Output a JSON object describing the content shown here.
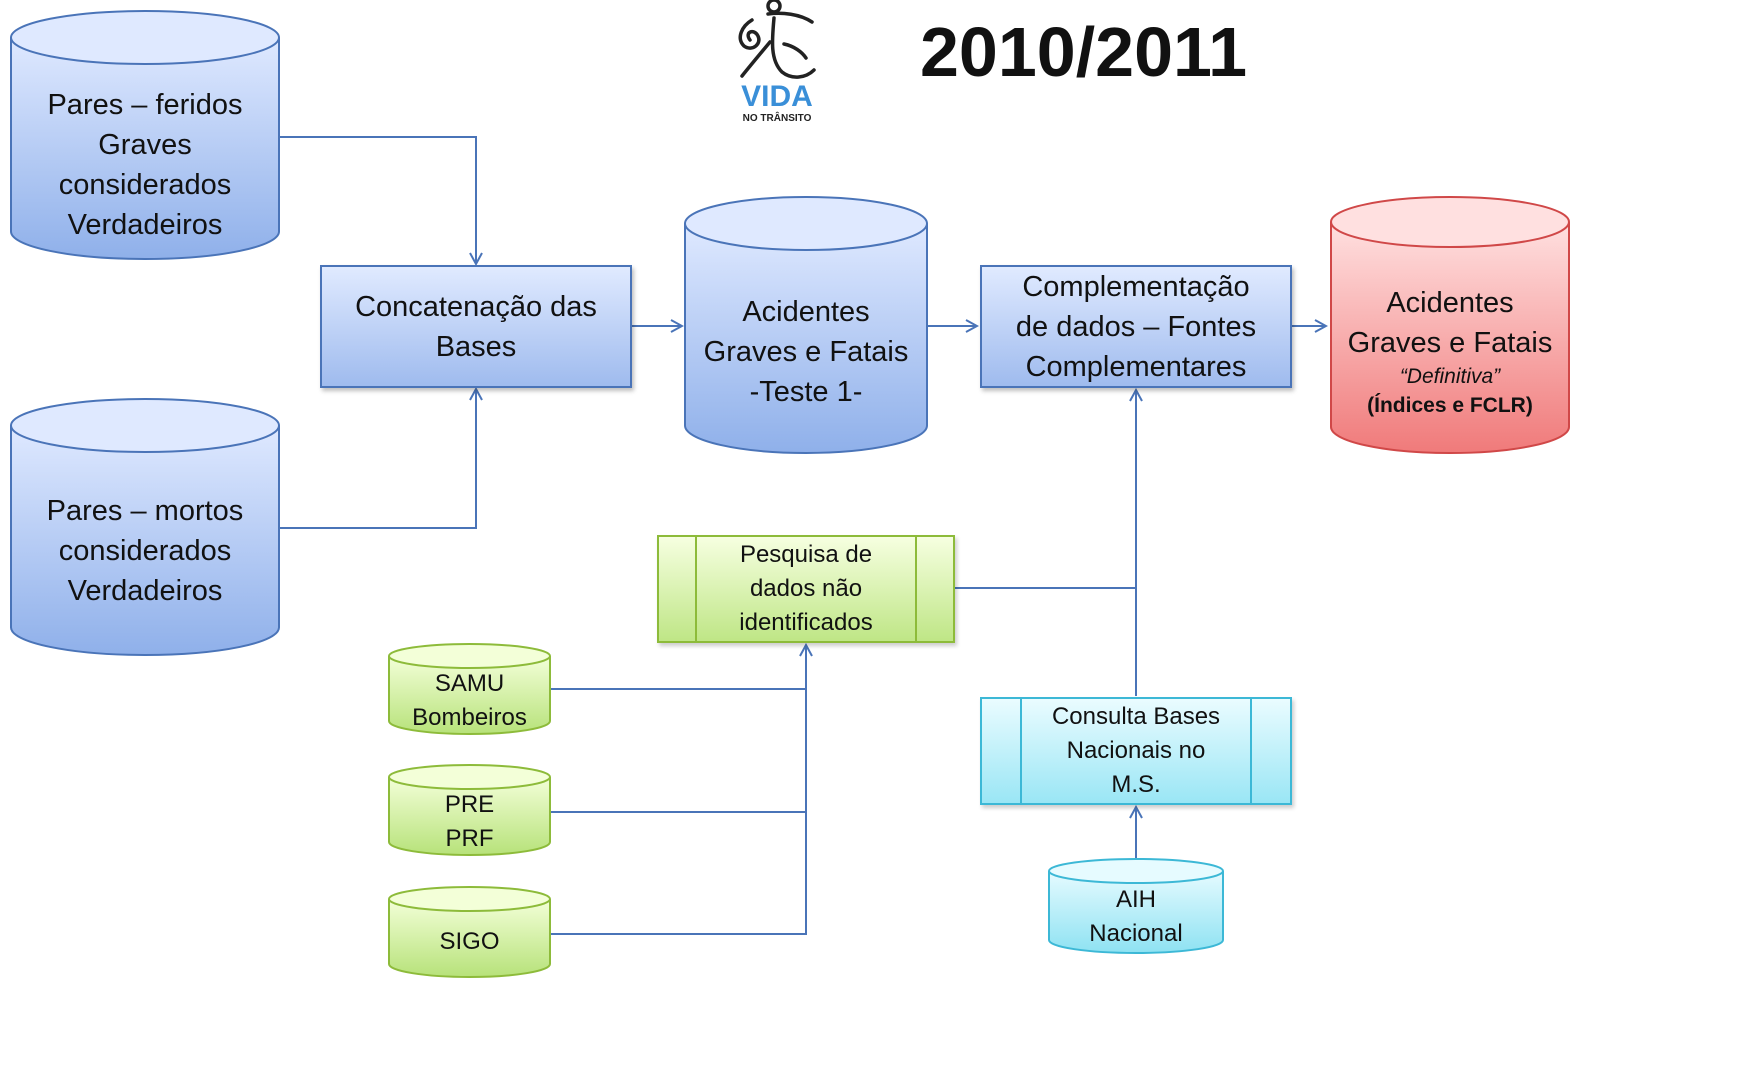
{
  "title": "2010/2011",
  "logo": {
    "word": "VIDA",
    "sub": "NO TRÂNSITO"
  },
  "nodes": {
    "feridos": [
      "Pares – feridos",
      "Graves",
      "considerados",
      "Verdadeiros"
    ],
    "mortos": [
      "Pares – mortos",
      "considerados",
      "Verdadeiros"
    ],
    "concat": [
      "Concatenação das",
      "Bases"
    ],
    "teste": [
      "Acidentes",
      "Graves e Fatais",
      "-Teste 1-"
    ],
    "complement": [
      "Complementação",
      "de dados – Fontes",
      "Complementares"
    ],
    "definitiva": {
      "l1": "Acidentes",
      "l2": "Graves e Fatais",
      "l3": "“Definitiva”",
      "l4": "(Índices e FCLR)"
    },
    "pesquisa": [
      "Pesquisa de",
      "dados não",
      "identificados"
    ],
    "samu": [
      "SAMU",
      "Bombeiros"
    ],
    "pre": [
      "PRE",
      "PRF"
    ],
    "sigo": [
      "SIGO"
    ],
    "consulta": [
      "Consulta Bases",
      "Nacionais no",
      "M.S."
    ],
    "aih": [
      "AIH",
      "Nacional"
    ]
  },
  "colors": {
    "line": "#4a74b8",
    "blue_top": "#dfe9ff",
    "blue_bottom": "#8fb0ea",
    "red_top": "#ffe0e0",
    "red_bottom": "#f07a7a",
    "green_top": "#f3ffd8",
    "green_bottom": "#b7e27a",
    "cyan_top": "#e6fbff",
    "cyan_bottom": "#8ee2f2"
  }
}
